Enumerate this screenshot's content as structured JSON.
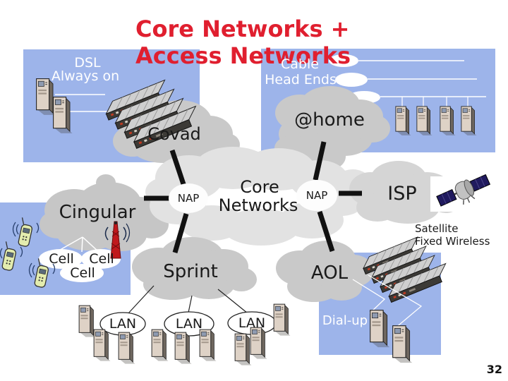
{
  "slide": {
    "title": "Core Networks + Access Networks",
    "page_number": "32"
  },
  "core": {
    "cloud_line1": "Core",
    "cloud_line2": "Networks",
    "nap_left": "NAP",
    "nap_right": "NAP"
  },
  "providers": {
    "covad": "Covad",
    "athome": "@home",
    "cingular": "Cingular",
    "isp": "ISP",
    "sprint": "Sprint",
    "aol": "AOL"
  },
  "access": {
    "dsl_line1": "DSL",
    "dsl_line2": "Always on",
    "cable_line1": "Cable",
    "cable_line2": "Head Ends",
    "cells": [
      "Cell",
      "Cell",
      "Cell"
    ],
    "lans": [
      "LAN",
      "LAN",
      "LAN"
    ],
    "dialup": "Dial-up",
    "satellite_line1": "Satellite",
    "satellite_line2": "Fixed Wireless"
  },
  "colors": {
    "title_red": "#e01f2f",
    "box_blue": "#9db4ea",
    "cloud_gray": "#c8c8c8",
    "core_cloud_gray": "#e2e2e2",
    "isp_cloud_gray": "#d5d5d5",
    "nap_white": "#ffffff",
    "text_black": "#1a1a1a"
  }
}
